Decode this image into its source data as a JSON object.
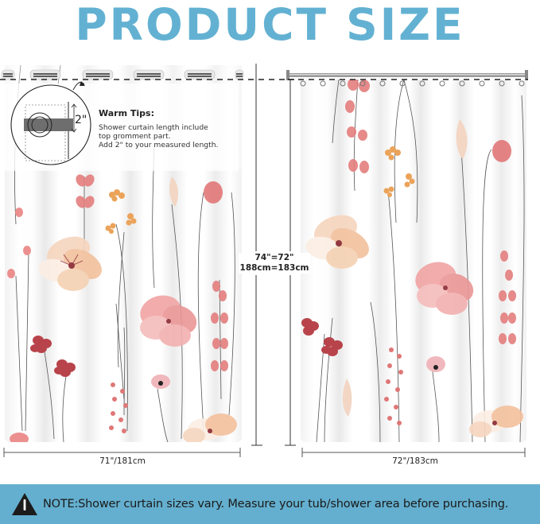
{
  "header": {
    "title": "PRODUCT SIZE",
    "title_color": "#63b1d2"
  },
  "warm_tips": {
    "title": "Warm Tips:",
    "lines": [
      "Shower curtain length include",
      "top gromment part.",
      "Add 2\" to your measured length."
    ],
    "inset_dimension": "2\""
  },
  "dimensions": {
    "height": {
      "line1": "74\"=72\"",
      "line2": "188cm=183cm"
    },
    "left_width": "71\"/181cm",
    "right_width": "72\"/183cm"
  },
  "curtains": [
    {
      "id": "left",
      "style": "grommet-top",
      "grommet_count": 6,
      "pattern": "watercolor-floral"
    },
    {
      "id": "right",
      "style": "ring-hook",
      "ring_count": 12,
      "pattern": "watercolor-floral"
    }
  ],
  "note_bar": {
    "icon": "warning-triangle-icon",
    "text": "NOTE:Shower curtain sizes vary. Measure your tub/shower area before purchasing.",
    "background_color": "#64afcf"
  },
  "palette": {
    "flower_pink": "#e88a8a",
    "flower_red": "#b8434a",
    "flower_peach": "#f3c9a6",
    "flower_orange": "#eba35a",
    "stem": "#555555"
  }
}
